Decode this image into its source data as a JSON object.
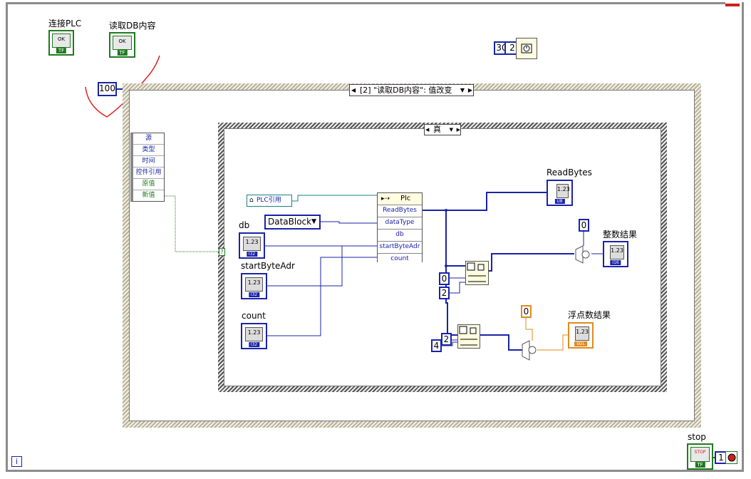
{
  "controls": {
    "connect_plc_label": "连接PLC",
    "read_db_label": "读取DB内容",
    "ok_text": "OK",
    "tf_text": "TF",
    "stop_label": "stop",
    "stop_button_text": "STOP"
  },
  "loop": {
    "timeout_value": "100",
    "wait_ms_value": "30",
    "wait_value": "2",
    "iteration_icon": "i",
    "stop_value": "1"
  },
  "event_structure": {
    "selector": "[2] \"读取DB内容\": 值改变",
    "event_data_items": [
      "源",
      "类型",
      "时间",
      "控件引用",
      "原值",
      "新值"
    ]
  },
  "case_structure": {
    "selector": "真"
  },
  "terminals": {
    "db_label": "db",
    "start_byte_label": "startByteAdr",
    "count_label": "count",
    "numeric_face": "1.23",
    "i32_tag": "I32",
    "u8_tag": "U8",
    "i16_tag": "I16",
    "sgl_tag": "SGL",
    "read_bytes_label": "ReadBytes",
    "int_result_label": "整数结果",
    "float_result_label": "浮点数结果"
  },
  "property_node": {
    "ref_label": "PLC引用",
    "class_name": "Plc",
    "rows": [
      "ReadBytes",
      "dataType",
      "db",
      "startByteAdr",
      "count"
    ]
  },
  "enum_const": {
    "value": "DataBlock"
  },
  "constants": {
    "zero_int": "0",
    "zero_index": "0",
    "two_len": "2",
    "four_index": "4",
    "two_len_b": "2",
    "zero_float": "0"
  },
  "colors": {
    "wire_blue": "#1a23a8",
    "wire_green": "#1f7a1f",
    "wire_orange": "#e08a1e",
    "wire_teal": "#1a8080",
    "annotation_red": "#e0201e"
  }
}
